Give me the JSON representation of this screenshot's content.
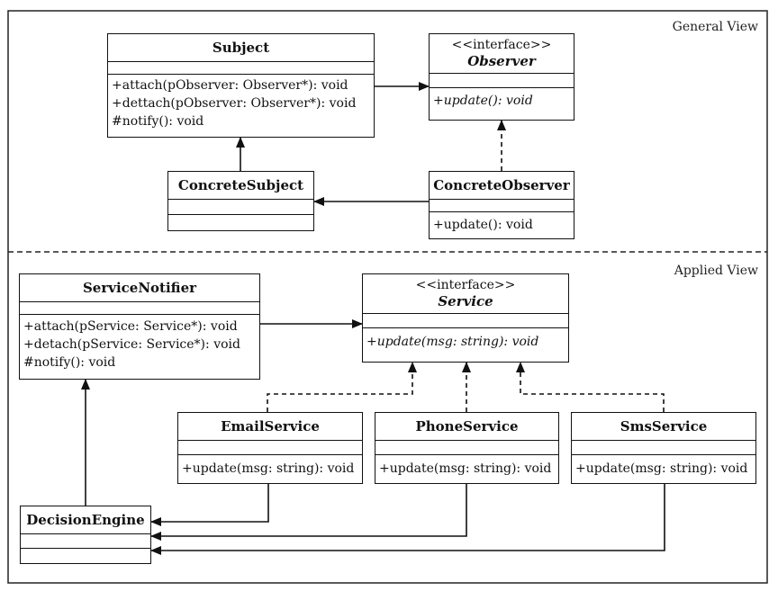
{
  "views": {
    "general": "General View",
    "applied": "Applied View"
  },
  "general": {
    "subject": {
      "name": "Subject",
      "ops": [
        "+attach(pObserver: Observer*): void",
        "+dettach(pObserver: Observer*): void",
        "#notify(): void"
      ]
    },
    "observer": {
      "stereotype": "<<interface>>",
      "name": "Observer",
      "ops": [
        "+update(): void"
      ]
    },
    "concrete_subject": {
      "name": "ConcreteSubject"
    },
    "concrete_observer": {
      "name": "ConcreteObserver",
      "ops": [
        "+update(): void"
      ]
    }
  },
  "applied": {
    "service_notifier": {
      "name": "ServiceNotifier",
      "ops": [
        "+attach(pService: Service*): void",
        "+detach(pService: Service*): void",
        "#notify(): void"
      ]
    },
    "service": {
      "stereotype": "<<interface>>",
      "name": "Service",
      "ops": [
        "+update(msg: string): void"
      ]
    },
    "email_service": {
      "name": "EmailService",
      "ops": [
        "+update(msg: string): void"
      ]
    },
    "phone_service": {
      "name": "PhoneService",
      "ops": [
        "+update(msg: string): void"
      ]
    },
    "sms_service": {
      "name": "SmsService",
      "ops": [
        "+update(msg: string): void"
      ]
    },
    "decision_engine": {
      "name": "DecisionEngine"
    }
  }
}
